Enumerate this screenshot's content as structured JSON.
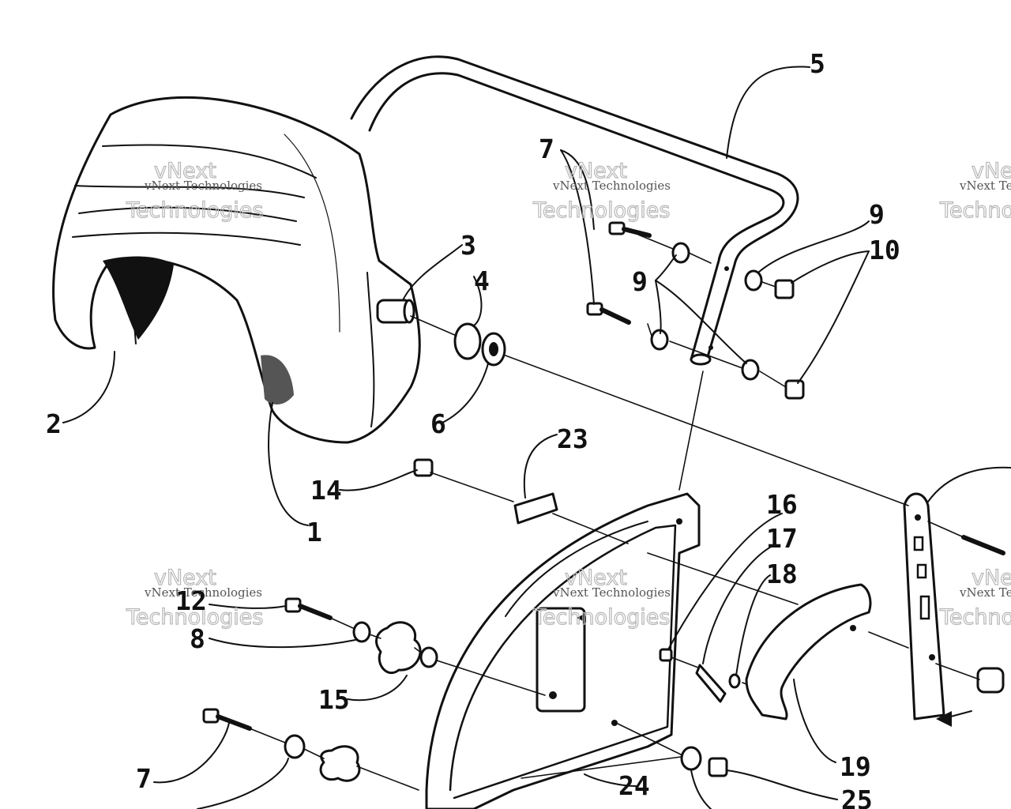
{
  "watermark": {
    "line1": "vNext",
    "line2": "vNext Technologies",
    "line3": "Technologies"
  },
  "callouts": {
    "c1": "1",
    "c2": "2",
    "c3": "3",
    "c4": "4",
    "c5": "5",
    "c6": "6",
    "c7a": "7",
    "c7b": "7",
    "c8": "8",
    "c9a": "9",
    "c9b": "9",
    "c10": "10",
    "c12": "12",
    "c14": "14",
    "c15": "15",
    "c16": "16",
    "c17": "17",
    "c18": "18",
    "c19": "19",
    "c23": "23",
    "c24": "24",
    "c25": "25"
  }
}
